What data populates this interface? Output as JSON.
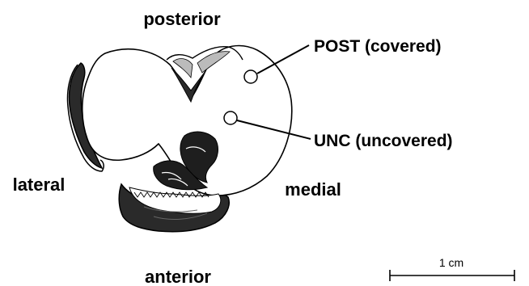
{
  "orientation": {
    "posterior": "posterior",
    "anterior": "anterior",
    "lateral": "lateral",
    "medial": "medial"
  },
  "callouts": {
    "post": "POST (covered)",
    "unc": "UNC (uncovered)"
  },
  "scale_bar": {
    "label": "1 cm"
  },
  "colors": {
    "ink": "#000000",
    "shadow": "#2a2a2a",
    "surface": "#ffffff"
  }
}
